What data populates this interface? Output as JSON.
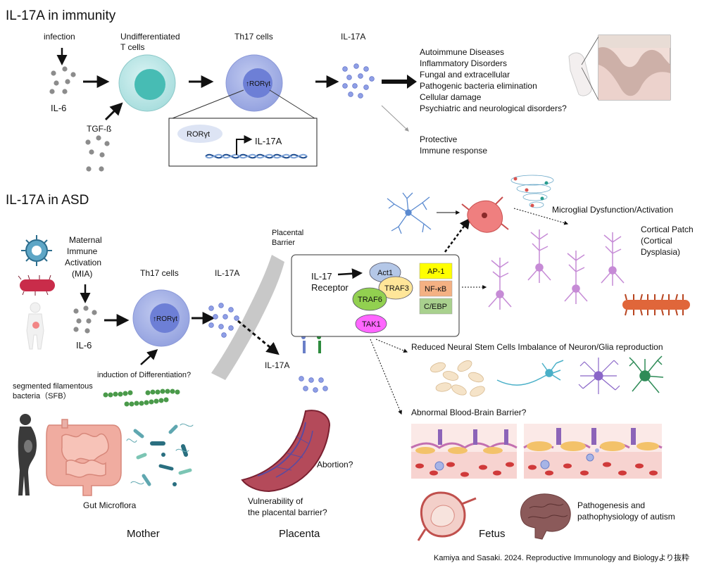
{
  "immunity": {
    "title": "IL-17A in immunity",
    "infection": "infection",
    "il6": "IL-6",
    "tgfb": "TGF-ß",
    "undiff_line1": "Undifferentiated",
    "undiff_line2": "T cells",
    "th17": "Th17 cells",
    "roryt_cell": "↑RORγt",
    "il17a": "IL-17A",
    "inset_roryt": "RORγt",
    "inset_il17a": "IL-17A",
    "effects": [
      "Autoimmune Diseases",
      "Inflammatory Disorders",
      "Fungal and extracellular",
      "Pathogenic bacteria elimination",
      "Cellular damage",
      "Psychiatric and neurological disorders?"
    ],
    "protective_line1": "Protective",
    "protective_line2": "Immune response"
  },
  "asd": {
    "title": "IL-17A in ASD",
    "mia_line1": "Maternal",
    "mia_line2": "Immune",
    "mia_line3": "Activation",
    "mia_line4": "(MIA)",
    "il6": "IL-6",
    "th17": "Th17 cells",
    "roryt_cell": "↑RORγt",
    "il17a": "IL-17A",
    "il17a_lower": "IL-17A",
    "placental_line1": "Placental",
    "placental_line2": "Barrier",
    "induction": "induction of Differentiation?",
    "sfb_line1": "segmented filamentous",
    "sfb_line2": "bacteria（SFB）",
    "gut": "Gut Microflora",
    "abortion": "Abortion?",
    "vuln_line1": "Vulnerability of",
    "vuln_line2": "the placental barrier?",
    "mother": "Mother",
    "placenta": "Placenta",
    "fetus": "Fetus"
  },
  "receptor_box": {
    "receptor_line1": "IL-17",
    "receptor_line2": "Receptor",
    "act1": "Act1",
    "traf3": "TRAF3",
    "traf6": "TRAF6",
    "tak1": "TAK1",
    "ap1": "AP-1",
    "nfkb": "NF-κB",
    "cebp": "C/EBP"
  },
  "outcomes": {
    "microglia": "Microglial Dysfunction/Activation",
    "cortical_line1": "Cortical Patch",
    "cortical_line2": "(Cortical",
    "cortical_line3": "Dysplasia)",
    "nsc": "Reduced Neural Stem Cells Imbalance of Neuron/Glia reproduction",
    "bbb": "Abnormal Blood-Brain Barrier?",
    "autism_line1": "Pathogenesis and",
    "autism_line2": "pathophysiology of autism"
  },
  "citation": "Kamiya and  Sasaki. 2024. Reproductive Immunology and Biologyより抜粋",
  "colors": {
    "cell_outer_undiff": "#b9e6e6",
    "cell_inner_undiff": "#47bcb4",
    "cell_outer_th17": "#a5b1e6",
    "cell_inner_th17": "#6d7fd6",
    "cytokine_dot": "#8c8c8c",
    "il17_dot": "#8f9fe6",
    "neuron": "#c68bd6",
    "microglia": "#ef7f7f",
    "ap1": "#ffff00",
    "nfkb": "#f4b183",
    "cebp": "#a9d18e",
    "act1": "#b4c7e7",
    "traf3": "#ffe699",
    "traf6": "#92d050",
    "tak1": "#ff66ff"
  }
}
